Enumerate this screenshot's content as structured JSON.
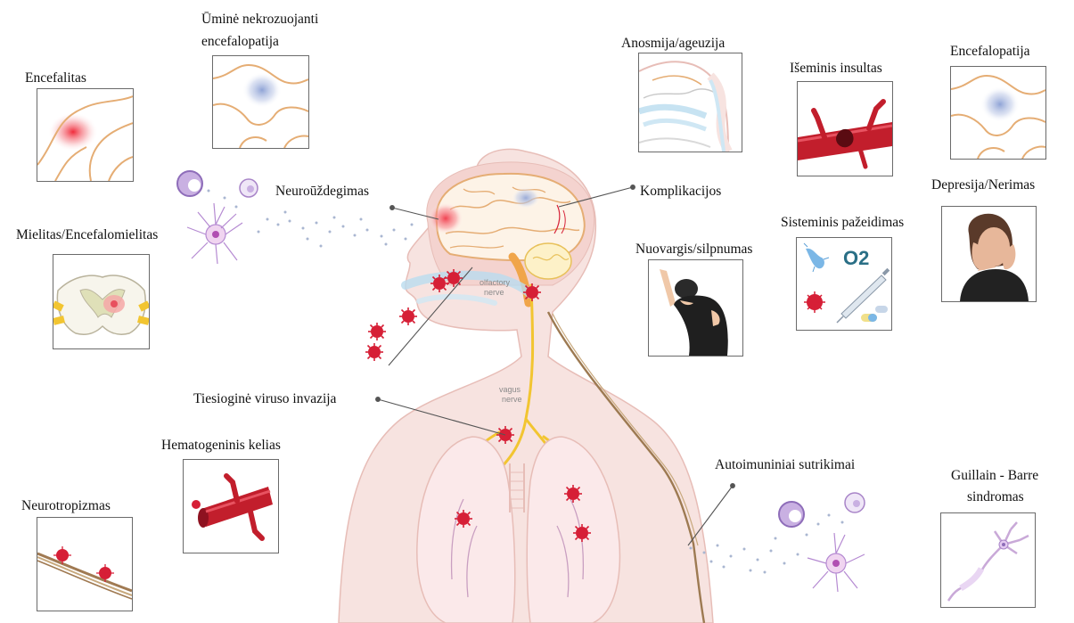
{
  "labels": {
    "encefalitas": "Encefalitas",
    "umine_line1": "Ūminė nekrozuojanti",
    "umine_line2": "encefalopatija",
    "anosmija": "Anosmija/ageuzija",
    "isemins": "Išeminis insultas",
    "encefalopatija": "Encefalopatija",
    "neurouzdegimas": "Neuroūždegimas",
    "komplikacijos": "Komplikacijos",
    "depresija": "Depresija/Nerimas",
    "mielitas": "Mielitas/Encefalomielitas",
    "sisteminis": "Sisteminis pažeidimas",
    "nuovargis": "Nuovargis/silpnumas",
    "tiesiogine": "Tiesioginė viruso invazija",
    "hematogeninis": "Hematogeninis kelias",
    "autoimuniniai": "Autoimuniniai sutrikimai",
    "guillain_line1": "Guillain - Barre",
    "guillain_line2": "sindromas",
    "neurotropizmas": "Neurotropizmas"
  },
  "anatomy_text": {
    "olfactory_1": "olfactory",
    "olfactory_2": "nerve",
    "vagus_1": "vagus",
    "vagus_2": "nerve",
    "o2": "O2"
  },
  "colors": {
    "skin": "#f4dcd8",
    "skin_outline": "#e2b7b1",
    "nerve": "#f2c531",
    "virus": "#d61f36",
    "vessel": "#b81d2b",
    "brain_outline": "#e5ad74",
    "immune_cell": "#a884c8"
  }
}
